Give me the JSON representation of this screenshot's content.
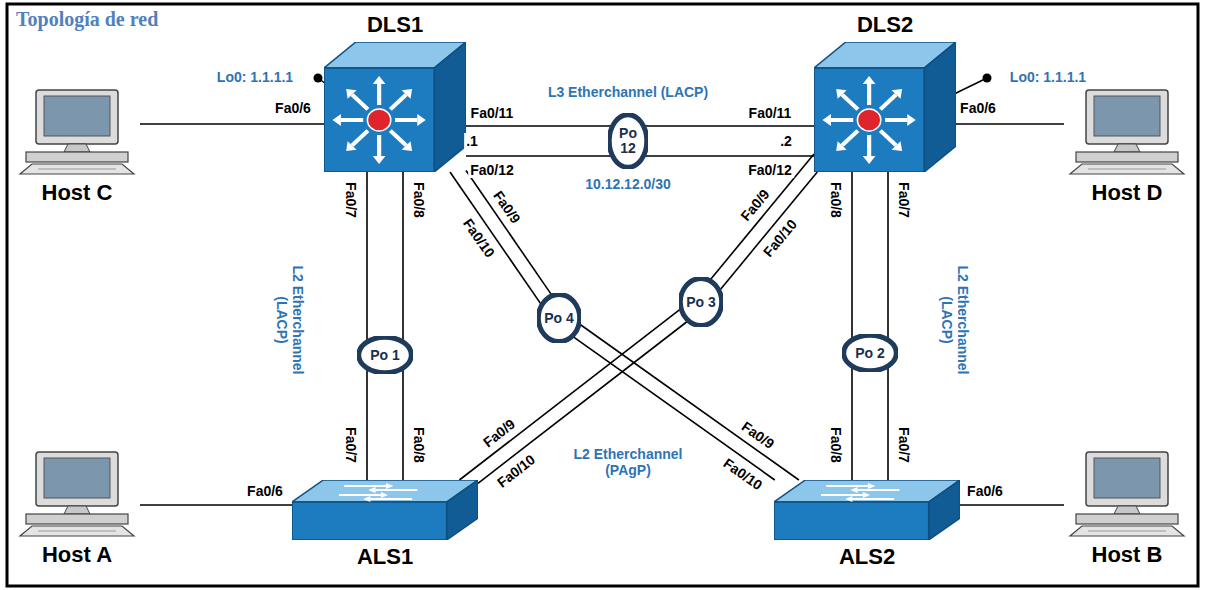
{
  "diagram": {
    "title": "Topología de red",
    "nodes": [
      {
        "text": [
          "DLS1"
        ]
      },
      {
        "text": [
          "DLS2"
        ]
      },
      {
        "text": [
          "Host C"
        ]
      },
      {
        "text": [
          "Host D"
        ]
      },
      {
        "text": [
          "Po 12"
        ]
      },
      {
        "text": [
          "Po 4"
        ]
      },
      {
        "text": [
          "Po 3"
        ]
      },
      {
        "text": [
          "Po 1"
        ]
      },
      {
        "text": [
          "Po 2"
        ]
      },
      {
        "text": [
          "ALS1"
        ]
      },
      {
        "text": [
          "ALS2"
        ]
      },
      {
        "text": [
          "Host A"
        ]
      },
      {
        "text": [
          "Host B"
        ]
      }
    ],
    "edges": [
      {
        "from": 2,
        "to": 0,
        "arrow": "none"
      },
      {
        "from": 0,
        "to": 4,
        "arrow": "none"
      },
      {
        "from": 0,
        "to": 4,
        "arrow": "none"
      },
      {
        "from": 4,
        "to": 1,
        "arrow": "none"
      },
      {
        "from": 4,
        "to": 1,
        "arrow": "none"
      },
      {
        "from": 1,
        "to": 3,
        "arrow": "none"
      },
      {
        "from": 0,
        "to": 7,
        "arrow": "none"
      },
      {
        "from": 0,
        "to": 7,
        "arrow": "none"
      },
      {
        "from": 7,
        "to": 9,
        "arrow": "none"
      },
      {
        "from": 7,
        "to": 9,
        "arrow": "none"
      },
      {
        "from": 0,
        "to": 5,
        "arrow": "none"
      },
      {
        "from": 0,
        "to": 5,
        "arrow": "none"
      },
      {
        "from": 5,
        "to": 10,
        "arrow": "none"
      },
      {
        "from": 5,
        "to": 10,
        "arrow": "none"
      },
      {
        "from": 1,
        "to": 6,
        "arrow": "none"
      },
      {
        "from": 1,
        "to": 6,
        "arrow": "none"
      },
      {
        "from": 6,
        "to": 9,
        "arrow": "none"
      },
      {
        "from": 6,
        "to": 9,
        "arrow": "none"
      },
      {
        "from": 1,
        "to": 8,
        "arrow": "none"
      },
      {
        "from": 1,
        "to": 8,
        "arrow": "none"
      },
      {
        "from": 8,
        "to": 10,
        "arrow": "none"
      },
      {
        "from": 8,
        "to": 10,
        "arrow": "none"
      },
      {
        "from": 11,
        "to": 9,
        "arrow": "none"
      },
      {
        "from": 10,
        "to": 12,
        "arrow": "none"
      }
    ],
    "labels": [
      "Lo0: 1.1.1.1",
      "Lo0: 1.1.1.1",
      "L3 Etherchannel (LACP)",
      "Fa0/6",
      "Fa0/11",
      ".1",
      "Fa0/12",
      "10.12.12.0/30",
      "Fa0/11",
      ".2",
      "Fa0/12",
      "Fa0/6",
      "Fa0/9",
      "Fa0/10",
      "Fa0/9",
      "Fa0/10",
      "Fa0/7",
      "Fa0/8",
      "Fa0/8",
      "Fa0/7",
      "L2 Etherchannel (LACP)",
      "L2 Etherchannel (LACP)",
      "Fa0/9",
      "Fa0/10",
      "Fa0/9",
      "Fa0/10",
      "L2 Etherchannel (PAgP)",
      "Fa0/7",
      "Fa0/8",
      "Fa0/8",
      "Fa0/7",
      "Fa0/6",
      "Fa0/6"
    ]
  }
}
